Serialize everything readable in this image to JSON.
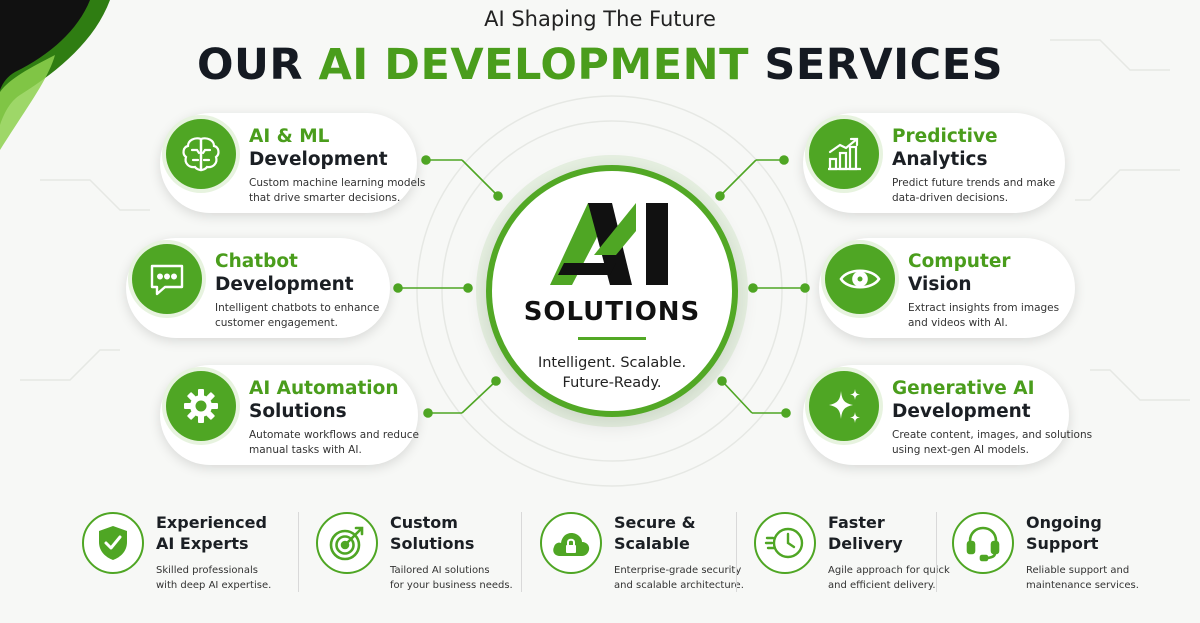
{
  "header": {
    "eyebrow": "AI Shaping The Future",
    "title_part1": "OUR",
    "title_accent": "AI DEVELOPMENT",
    "title_part2": "SERVICES"
  },
  "center": {
    "logo_text": "AI",
    "subtitle": "SOLUTIONS",
    "tagline_line1": "Intelligent. Scalable.",
    "tagline_line2": "Future-Ready."
  },
  "services": [
    {
      "title_line1": "AI & ML",
      "title_line2": "Development",
      "desc_line1": "Custom machine learning models",
      "desc_line2": "that drive smarter decisions.",
      "icon": "brain-icon"
    },
    {
      "title_line1": "Chatbot",
      "title_line2": "Development",
      "desc_line1": "Intelligent chatbots to enhance",
      "desc_line2": "customer engagement.",
      "icon": "chat-bubble-icon"
    },
    {
      "title_line1": "AI Automation",
      "title_line2": "Solutions",
      "desc_line1": "Automate workflows and reduce",
      "desc_line2": "manual tasks with AI.",
      "icon": "gear-icon"
    },
    {
      "title_line1": "Predictive",
      "title_line2": "Analytics",
      "desc_line1": "Predict future trends and make",
      "desc_line2": "data-driven decisions.",
      "icon": "bar-chart-icon"
    },
    {
      "title_line1": "Computer",
      "title_line2": "Vision",
      "desc_line1": "Extract insights from images",
      "desc_line2": "and videos with AI.",
      "icon": "eye-icon"
    },
    {
      "title_line1": "Generative AI",
      "title_line2": "Development",
      "desc_line1": "Create content, images, and solutions",
      "desc_line2": "using next-gen AI models.",
      "icon": "sparkle-icon"
    }
  ],
  "features": [
    {
      "title_line1": "Experienced",
      "title_line2": "AI Experts",
      "desc_line1": "Skilled professionals",
      "desc_line2": "with deep AI expertise.",
      "icon": "shield-check-icon"
    },
    {
      "title_line1": "Custom",
      "title_line2": "Solutions",
      "desc_line1": "Tailored AI solutions",
      "desc_line2": "for your business needs.",
      "icon": "target-icon"
    },
    {
      "title_line1": "Secure &",
      "title_line2": "Scalable",
      "desc_line1": "Enterprise-grade security",
      "desc_line2": "and scalable architecture.",
      "icon": "cloud-lock-icon"
    },
    {
      "title_line1": "Faster",
      "title_line2": "Delivery",
      "desc_line1": "Agile approach for quick",
      "desc_line2": "and efficient delivery.",
      "icon": "fast-clock-icon"
    },
    {
      "title_line1": "Ongoing",
      "title_line2": "Support",
      "desc_line1": "Reliable support and",
      "desc_line2": "maintenance services.",
      "icon": "headset-icon"
    }
  ],
  "colors": {
    "accent": "#4fa624",
    "accent_dark": "#4a9d1c",
    "text_dark": "#151a22"
  }
}
